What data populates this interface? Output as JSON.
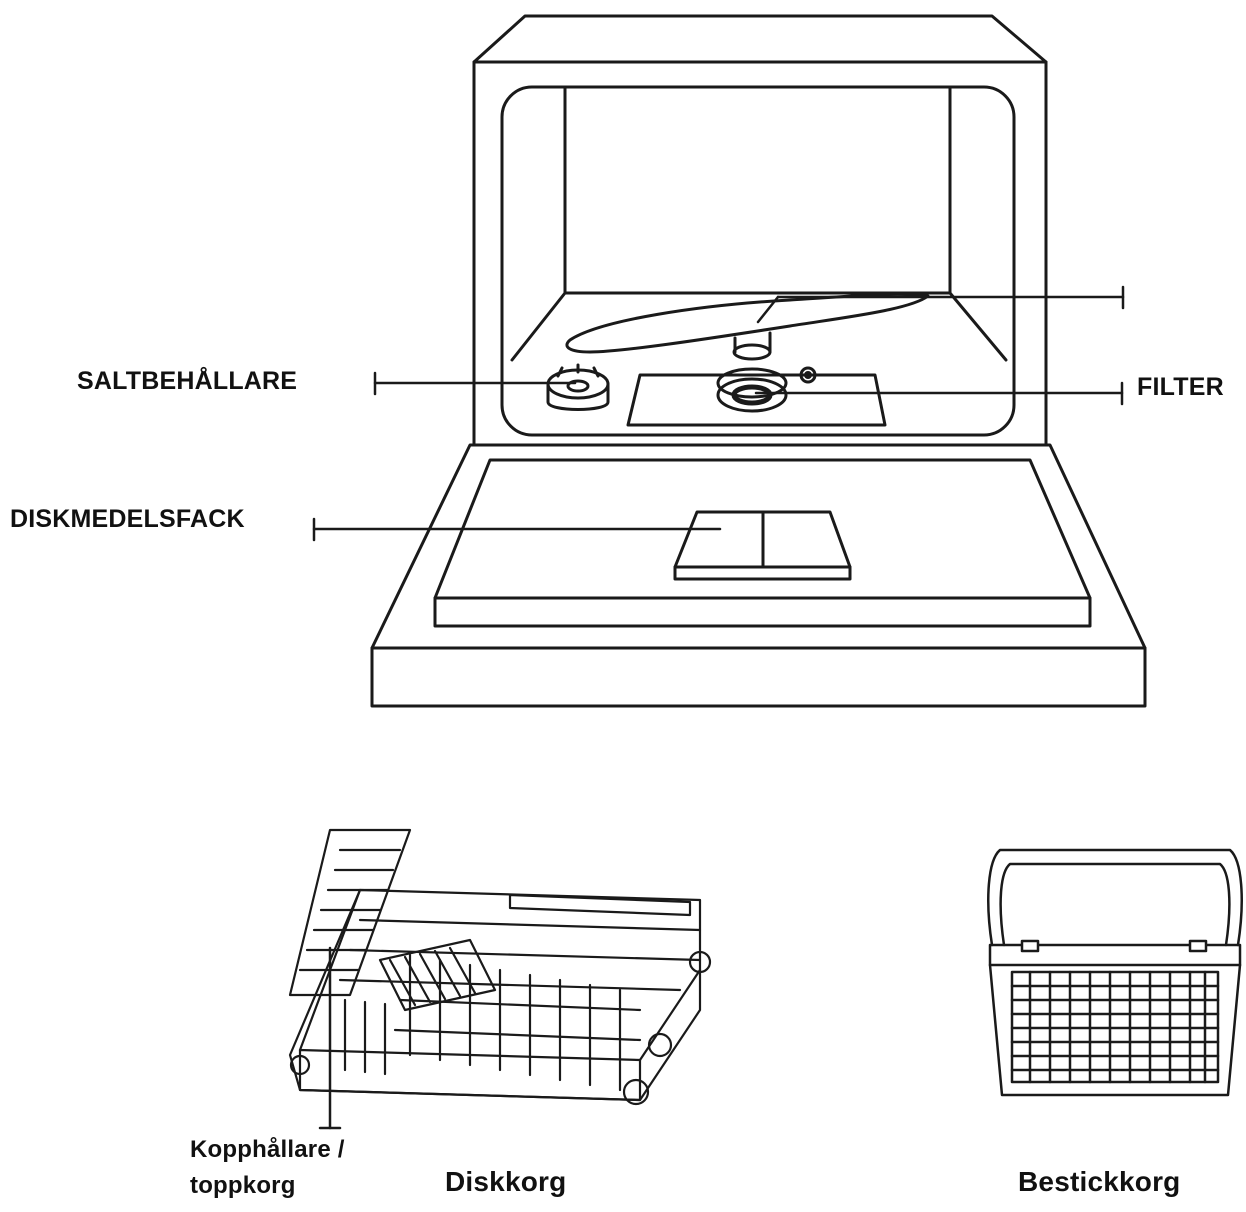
{
  "labels": {
    "spray_arm": "",
    "salt_container": "SALTBEHÅLLARE",
    "filter": "FILTER",
    "detergent_compartment": "DISKMEDELSFACK",
    "cup_holder_line1": "Kopphållare /",
    "cup_holder_line2": "toppkorg",
    "dish_rack": "Diskkorg",
    "cutlery_basket": "Bestickkorg"
  },
  "colors": {
    "line": "#1a1a1a",
    "background": "#ffffff"
  },
  "icons": [
    "dishwasher-illustration",
    "dish-rack-illustration",
    "cutlery-basket-illustration"
  ]
}
